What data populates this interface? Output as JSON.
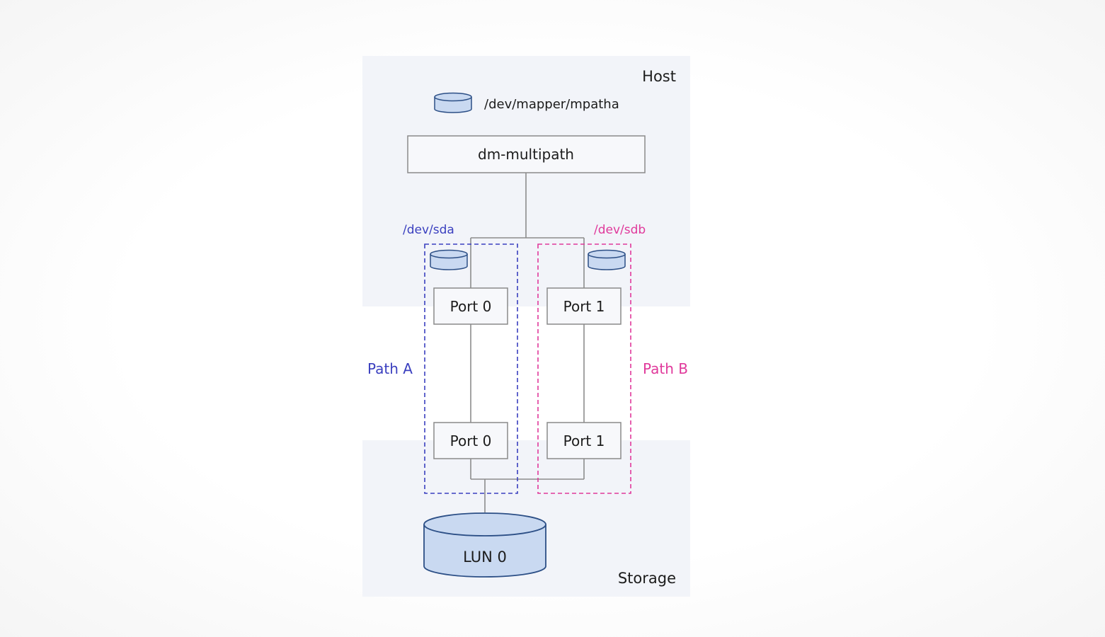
{
  "regions": {
    "host_label": "Host",
    "storage_label": "Storage"
  },
  "host": {
    "mapper_device": "/dev/mapper/mpatha",
    "multipath_label": "dm-multipath",
    "port_a": "Port 0",
    "port_b": "Port 1"
  },
  "storage": {
    "port_a": "Port 0",
    "port_b": "Port 1",
    "lun_label": "LUN 0"
  },
  "paths": {
    "a": {
      "device": "/dev/sda",
      "label": "Path A",
      "color": "#3a3fbf"
    },
    "b": {
      "device": "/dev/sdb",
      "label": "Path B",
      "color": "#e0399b"
    }
  },
  "colors": {
    "region_fill": "#f2f4f9",
    "box_stroke": "#8a8a8a",
    "line": "#8c8c8c",
    "disk_fill": "#c9d9f1",
    "disk_stroke": "#2c4f86",
    "text": "#1c1c1c"
  }
}
